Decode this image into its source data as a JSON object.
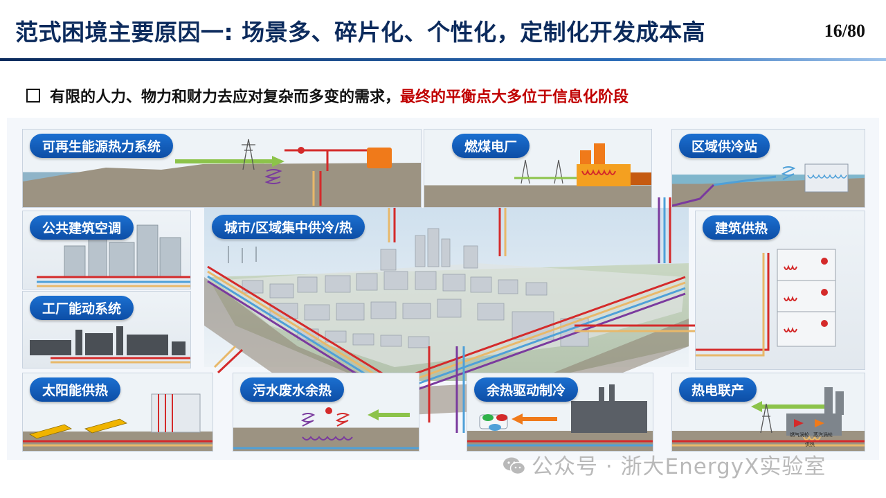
{
  "header": {
    "title": "范式困境主要原因一: 场景多、碎片化、个性化，定制化开发成本高",
    "page": "16/80"
  },
  "subtitle": {
    "text": "有限的人力、物力和财力去应对复杂而多变的需求，",
    "highlight": "最终的平衡点大多位于信息化阶段",
    "highlight_color": "#c00000"
  },
  "diagram": {
    "labels": {
      "renewable": "可再生能源热力系统",
      "coal_plant": "燃煤电厂",
      "district_cooling": "区域供冷站",
      "public_hvac": "公共建筑空调",
      "city_district": "城市/区域集中供冷/热",
      "building_heating": "建筑供热",
      "factory": "工厂能动系统",
      "solar": "太阳能供热",
      "sewage": "污水废水余热",
      "waste_heat_cooling": "余热驱动制冷",
      "chp": "热电联产"
    },
    "pipe_colors": {
      "hot_supply": "#d42a2a",
      "hot_return": "#e8b86a",
      "cold": "#4fa0d8",
      "purple": "#7a3a9e"
    },
    "chp_small_labels": [
      "燃气涡轮",
      "蒸汽涡轮",
      "供热"
    ]
  },
  "watermark": {
    "text": "公众号 · 浙大EnergyX实验室"
  }
}
